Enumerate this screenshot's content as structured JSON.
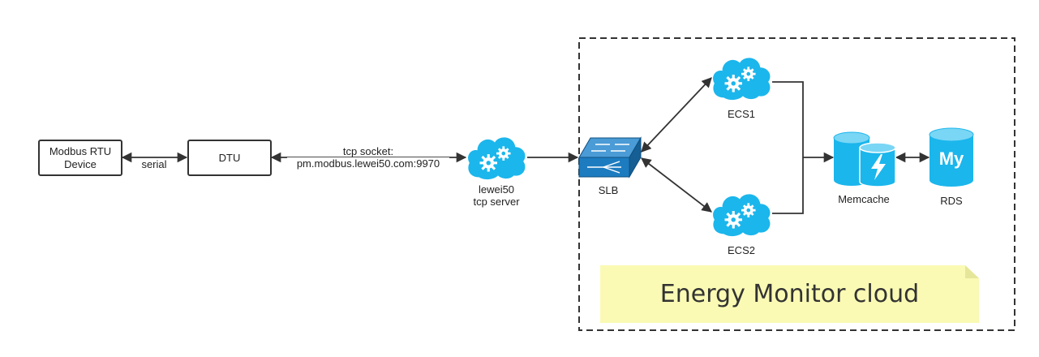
{
  "nodes": {
    "modbus_device": "Modbus RTU\nDevice",
    "dtu": "DTU",
    "tcp_server_name": "lewei50",
    "tcp_server_role": "tcp server",
    "slb": "SLB",
    "ecs1": "ECS1",
    "ecs2": "ECS2",
    "memcache": "Memcache",
    "rds": "RDS",
    "rds_logo": "My"
  },
  "edges": {
    "serial": "serial",
    "tcp_socket_line1": "tcp socket:",
    "tcp_socket_line2": "pm.modbus.lewei50.com:9970"
  },
  "cloud_region_note": "Energy Monitor cloud",
  "colors": {
    "cloud_blue": "#1BB6EC",
    "switch_blue": "#1D7CC0",
    "note_yellow": "#FAFAB4",
    "line": "#333333"
  },
  "icons": [
    "cloud-gear-icon",
    "network-switch-icon",
    "database-icon",
    "lightning-icon",
    "mysql-icon"
  ]
}
